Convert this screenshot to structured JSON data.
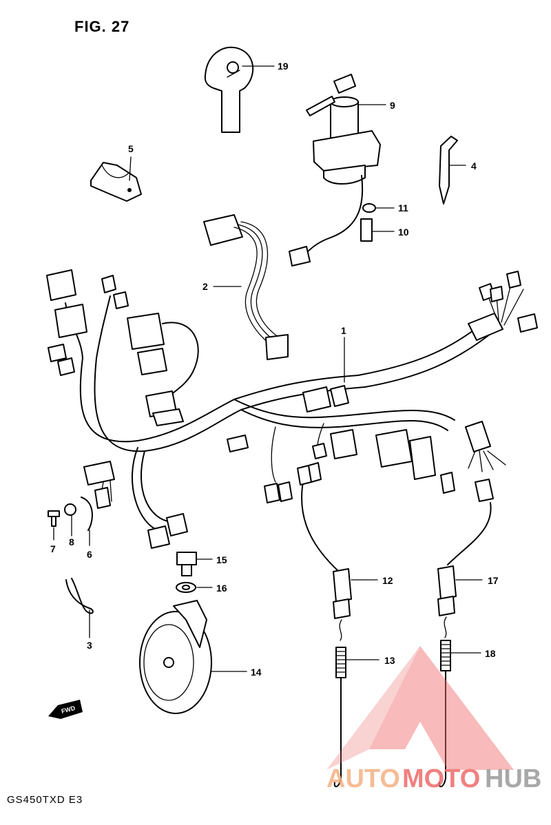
{
  "figure": {
    "title": "FIG. 27",
    "model": "GS450TXD E3",
    "fwd_label": "FWD"
  },
  "parts": [
    {
      "no": "1"
    },
    {
      "no": "2"
    },
    {
      "no": "3"
    },
    {
      "no": "4"
    },
    {
      "no": "5"
    },
    {
      "no": "6"
    },
    {
      "no": "7"
    },
    {
      "no": "8"
    },
    {
      "no": "9"
    },
    {
      "no": "10"
    },
    {
      "no": "11"
    },
    {
      "no": "12"
    },
    {
      "no": "13"
    },
    {
      "no": "14"
    },
    {
      "no": "15"
    },
    {
      "no": "16"
    },
    {
      "no": "17"
    },
    {
      "no": "18"
    },
    {
      "no": "19"
    }
  ],
  "watermark": {
    "part1": "AUTO",
    "part2": "MOTO",
    "part3": "HUB",
    "colors": {
      "auto": "#f5b183",
      "moto": "#ef6b6b",
      "hub": "#9a9a9a",
      "triangle": "#ef6b6b"
    }
  }
}
